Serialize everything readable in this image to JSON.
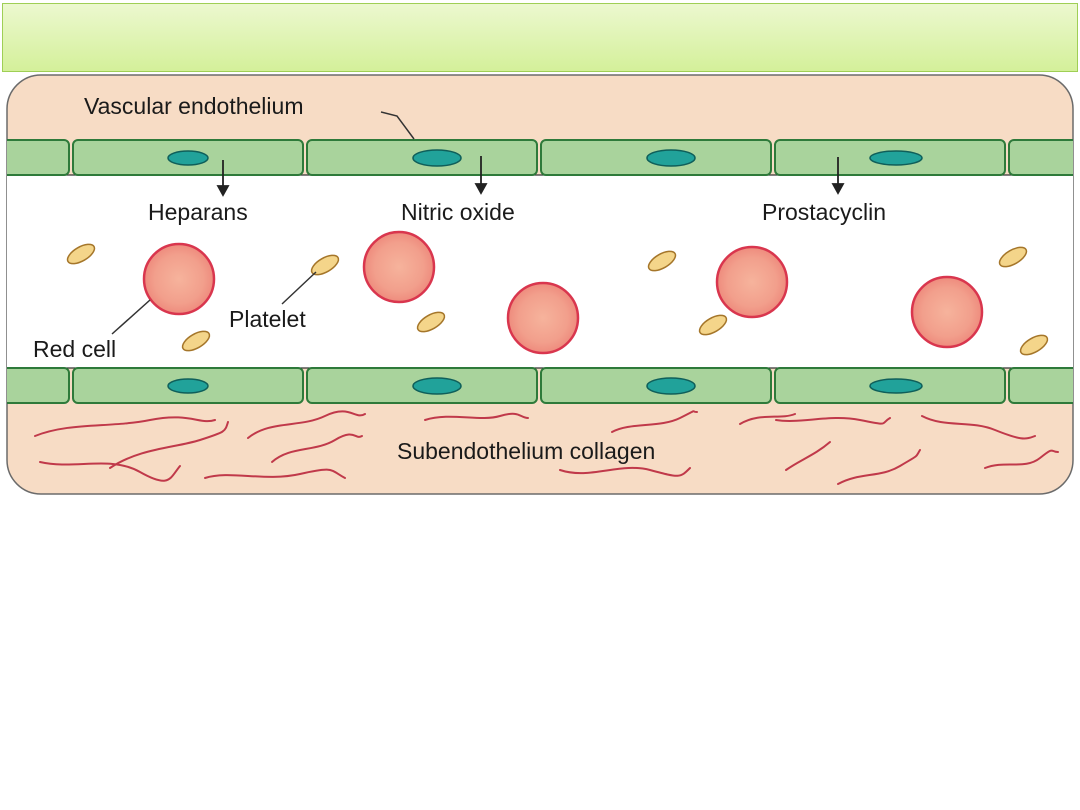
{
  "slide": {
    "title": ""
  },
  "diagram": {
    "labels": {
      "vascular_endothelium": "Vascular endothelium",
      "heparans": "Heparans",
      "nitric_oxide": "Nitric oxide",
      "prostacyclin": "Prostacyclin",
      "platelet": "Platelet",
      "red_cell": "Red cell",
      "subendothelium_collagen": "Subendothelium collagen"
    },
    "colors": {
      "tissue": "#f7dcc5",
      "endothelial_cell": "#a9d39c",
      "endothelial_border": "#2e7a3a",
      "nucleus": "#21a29a",
      "red_cell_fill": "#f29f8c",
      "red_cell_rim": "#d9364e",
      "platelet": "#f4d58a",
      "collagen": "#c0394a"
    }
  }
}
